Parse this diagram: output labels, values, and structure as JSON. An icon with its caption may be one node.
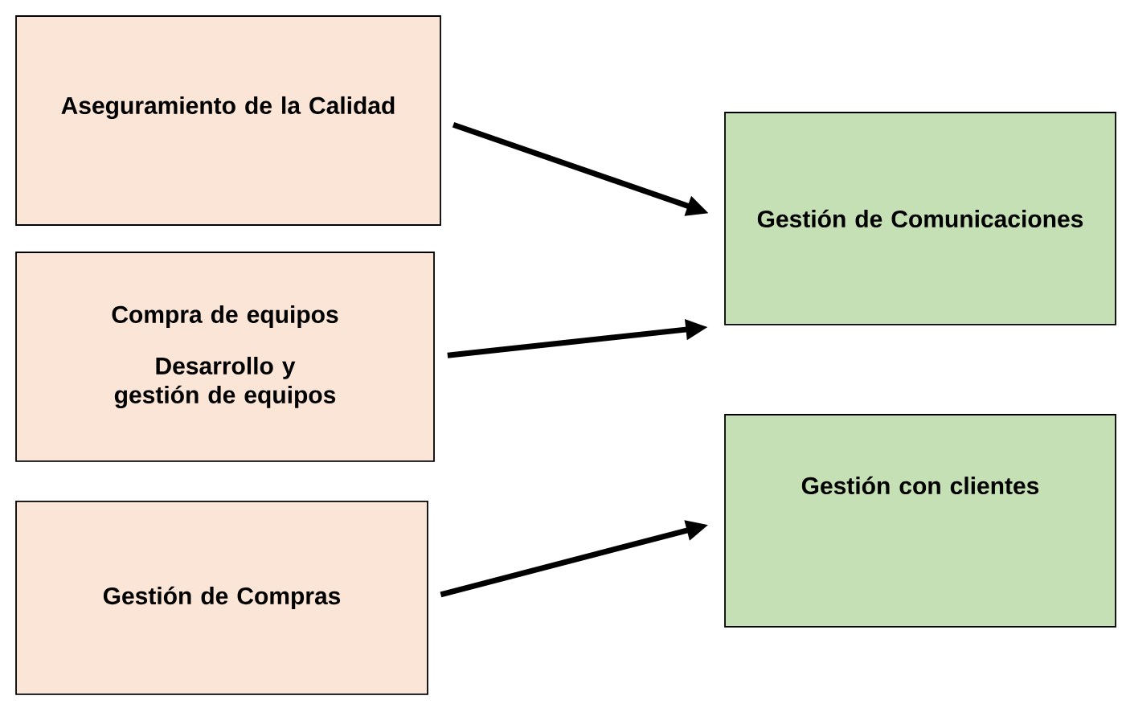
{
  "diagram": {
    "nodes": [
      {
        "text": [
          "Aseguramiento de la Calidad"
        ]
      },
      {
        "text": [
          "Compra de equipos",
          "Desarrollo y gestión de equipos"
        ]
      },
      {
        "text": [
          "Gestión de Compras"
        ]
      },
      {
        "text": [
          "Gestión de Comunicaciones"
        ]
      },
      {
        "text": [
          "Gestión con clientes"
        ]
      }
    ],
    "edges": [
      {
        "from": 0,
        "to": 3,
        "arrow": "to"
      },
      {
        "from": 1,
        "to": 3,
        "arrow": "to"
      },
      {
        "from": 2,
        "to": 4,
        "arrow": "to"
      }
    ]
  }
}
